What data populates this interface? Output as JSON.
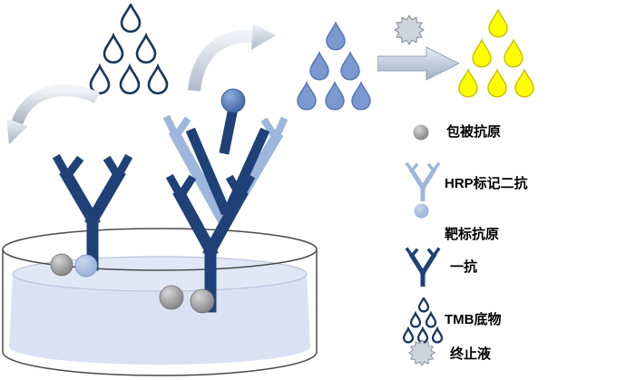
{
  "legend": {
    "items": [
      {
        "id": "coating-antigen",
        "icon": "gray-sphere-icon",
        "label": "包被抗原"
      },
      {
        "id": "hrp-secondary-antibody",
        "icon": "light-blue-antibody-icon",
        "label": "HRP标记二抗"
      },
      {
        "id": "target-antigen",
        "icon": "light-blue-sphere-icon",
        "label": "靶标抗原"
      },
      {
        "id": "primary-antibody",
        "icon": "dark-blue-antibody-icon",
        "label": "一抗"
      },
      {
        "id": "tmb-substrate",
        "icon": "outlined-droplets-icon",
        "label": "TMB底物"
      },
      {
        "id": "stop-solution",
        "icon": "starburst-icon",
        "label": "终止液"
      }
    ]
  },
  "figure": {
    "top_sequence": [
      "tmb-substrate-droplets-outlined",
      "transfer-curved-arrow",
      "substrate-droplets-blue",
      "stop-solution-starburst",
      "reaction-arrow-right",
      "product-droplets-yellow"
    ],
    "well_contents": [
      "primary-antibody",
      "coating-antigen-spheres",
      "target-antigen-sphere",
      "hrp-secondary-antibody",
      "well-liquid"
    ]
  },
  "colors": {
    "navy_outline": "#17375E",
    "primary_antibody_blue": "#1F4178",
    "secondary_antibody_blue": "#9DB6DC",
    "substrate_drop_blue": "#7B99D0",
    "product_yellow": "#FFFF00",
    "antigen_gray": "#8C8C8C",
    "target_antigen_blue": "#4472C4",
    "well_liquid": "#D9E1F3",
    "arrow_gray": "#B9C2D4"
  }
}
